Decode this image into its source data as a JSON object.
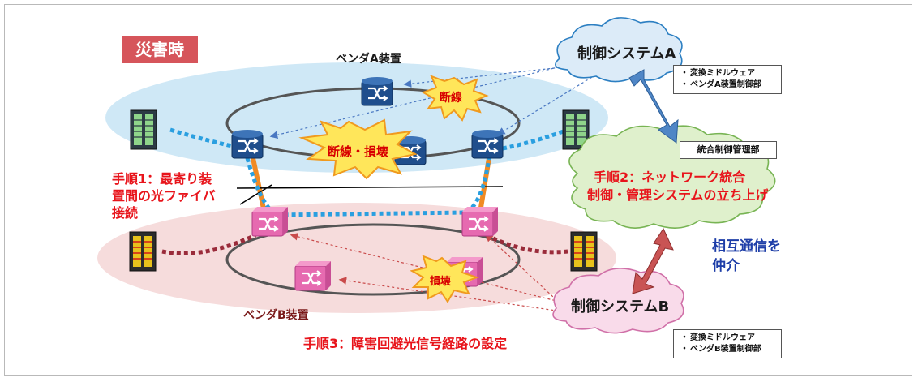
{
  "disaster_label": "災害時",
  "vendor_a_label": "ベンダA装置",
  "vendor_b_label": "ベンダB装置",
  "control_system_a": "制御システムA",
  "control_system_b": "制御システムB",
  "note_a": {
    "items": [
      "変換ミドルウェア",
      "ベンダA装置制御部"
    ]
  },
  "note_b": {
    "items": [
      "変換ミドルウェア",
      "ベンダB装置制御部"
    ]
  },
  "integrated_mgmt_label": "統合制御管理部",
  "step1": {
    "line1": "手順1：最寄り装",
    "line2": "置間の光ファイバ",
    "line3": "接続"
  },
  "step2": {
    "line1": "手順2：ネットワーク統合",
    "line2": "制御・管理システムの立ち上げ"
  },
  "step3": "手順3：障害回避光信号経路の設定",
  "mediate": {
    "line1": "相互通信を",
    "line2": "仲介"
  },
  "bursts": {
    "cut": "断線",
    "cut_damage": "断線・損壊",
    "damage": "損壊"
  },
  "colors": {
    "ellipse_a": "#cfe8f6",
    "ellipse_b": "#f6dcdc",
    "switch_a": "#1f4e8c",
    "switch_b": "#e05aa6",
    "cloud_a": "#dcebf8",
    "cloud_b": "#f9dbea",
    "cloud_integrated": "#dff0cc",
    "arrow_top": "#4f86c6",
    "arrow_bottom": "#c95454",
    "fiber": "#f08a24",
    "burst": "#ffe65a"
  }
}
